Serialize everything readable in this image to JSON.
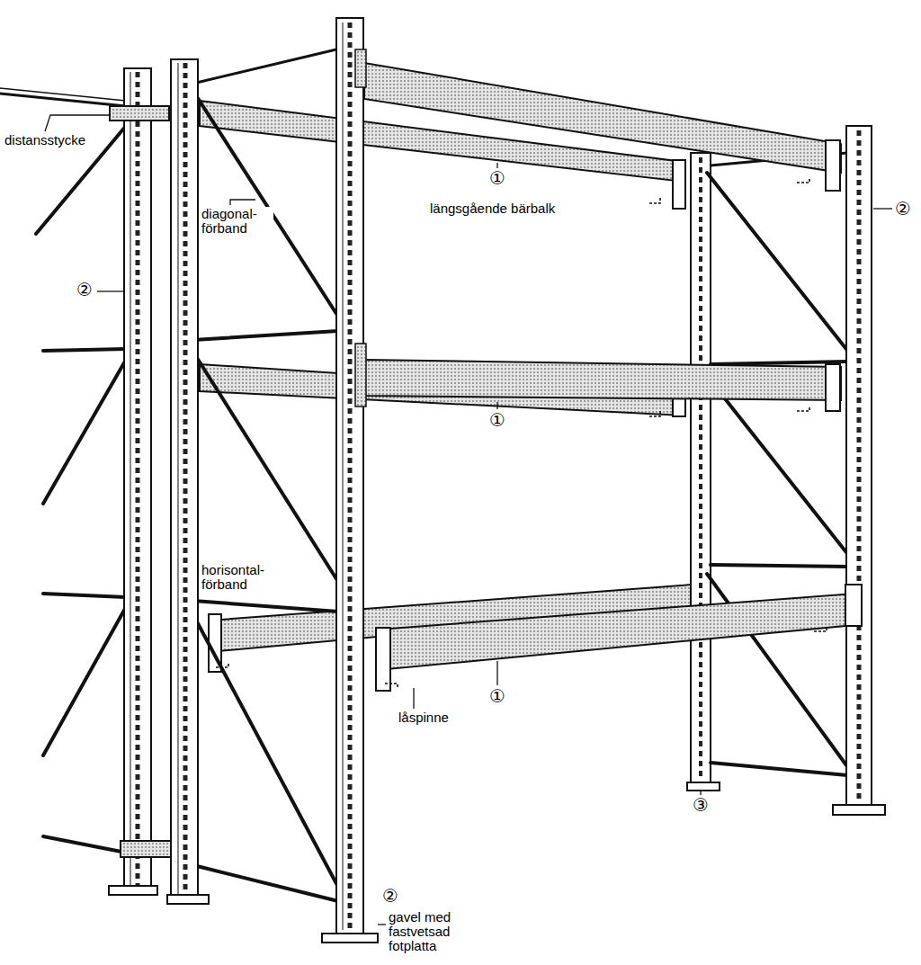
{
  "diagram": {
    "labels": [
      "distansstycke",
      "diagonal- förband",
      "②",
      "①",
      "längsgående bärbalk",
      "②",
      "①",
      "horisontal- förband",
      "①",
      "låspinne",
      "③",
      "②",
      "gavel med fastvetsad fotplatta"
    ]
  }
}
